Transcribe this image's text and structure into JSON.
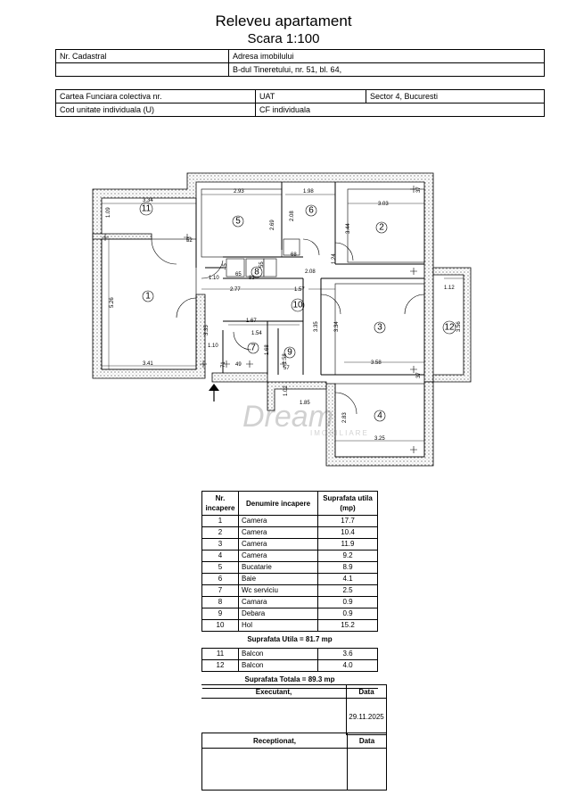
{
  "header": {
    "title": "Releveu apartament",
    "scale": "Scara 1:100"
  },
  "info_table": {
    "cadastral_label": "Nr. Cadastral",
    "address_label": "Adresa imobilului",
    "address_value": "B-dul Tineretului, nr. 51, bl. 64,",
    "cf_collective_label": "Cartea Funciara colectiva nr.",
    "uat_label": "UAT",
    "sector_value": "Sector 4, Bucuresti",
    "cod_label": "Cod unitate individuala (U)",
    "cf_individual_label": "CF individuala"
  },
  "plan": {
    "room_numbers": [
      "1",
      "2",
      "3",
      "4",
      "5",
      "6",
      "7",
      "8",
      "9",
      "10",
      "11",
      "12"
    ],
    "dims": {
      "d334": "3.34",
      "d109": "1.09",
      "d52": "52",
      "d526": "5.26",
      "d341": "3.41",
      "d110a": "1.10",
      "d277": "2.77",
      "d293": "2.93",
      "d269": "2.69",
      "d198": "1.98",
      "d208a": "2.08",
      "d68": "68",
      "d303": "3.03",
      "d37a": "37",
      "d344": "3.44",
      "d124": "1.24",
      "d208b": "2.08",
      "d157": "1.57",
      "d335a": "3.35",
      "d167": "1.67",
      "d154": "1.54",
      "d110b": "1.10",
      "d71": "71",
      "d49": "49",
      "d168": "1.68",
      "d57": "57",
      "d158": "1.58",
      "d83": "83",
      "d65": "65",
      "d45": "45",
      "d55": "55",
      "d335b": "3.35",
      "d334b": "3.34",
      "d358": "3.58",
      "d112": "1.12",
      "d356": "3.56",
      "d185": "1.85",
      "d102": "1.02",
      "d283": "2.83",
      "d325": "3.25",
      "d37b": "37"
    },
    "watermark_logo": "Dream",
    "watermark_sub": "IMOBILIARE"
  },
  "rooms_table": {
    "headers": {
      "nr": "Nr. incapere",
      "name": "Denumire incapere",
      "area": "Suprafata utila (mp)"
    },
    "rows": [
      {
        "nr": "1",
        "name": "Camera",
        "area": "17.7"
      },
      {
        "nr": "2",
        "name": "Camera",
        "area": "10.4"
      },
      {
        "nr": "3",
        "name": "Camera",
        "area": "11.9"
      },
      {
        "nr": "4",
        "name": "Camera",
        "area": "9.2"
      },
      {
        "nr": "5",
        "name": "Bucatarie",
        "area": "8.9"
      },
      {
        "nr": "6",
        "name": "Baie",
        "area": "4.1"
      },
      {
        "nr": "7",
        "name": "Wc serviciu",
        "area": "2.5"
      },
      {
        "nr": "8",
        "name": "Camara",
        "area": "0.9"
      },
      {
        "nr": "9",
        "name": "Debara",
        "area": "0.9"
      },
      {
        "nr": "10",
        "name": "Hol",
        "area": "15.2"
      }
    ],
    "total_util": "Suprafata Utila = 81.7 mp",
    "balcony_rows": [
      {
        "nr": "11",
        "name": "Balcon",
        "area": "3.6"
      },
      {
        "nr": "12",
        "name": "Balcon",
        "area": "4.0"
      }
    ],
    "total": "Suprafata Totala = 89.3 mp"
  },
  "signatures": {
    "executant_label": "Executant,",
    "data_label": "Data",
    "date_value": "29.11.2025",
    "receptionat_label": "Receptionat,",
    "data_label2": "Data"
  }
}
